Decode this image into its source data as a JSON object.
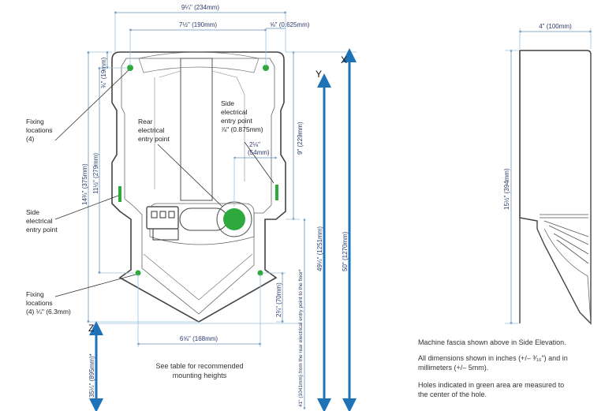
{
  "colors": {
    "accent_blue": "#1e73b8",
    "dim_blue": "#9cc2dc",
    "hole_green": "#2eaa3c",
    "outline": "#444444",
    "text": "#2a2a2a"
  },
  "dimensions": {
    "top_width": "9¼\" (234mm)",
    "top_inner_width": "7½\" (190mm)",
    "top_offset": "⅝\" (0.625mm)",
    "left_fix_depth": "¾\" (19mm)",
    "left_height_total": "14¾\" (375mm)",
    "left_height_inner": "11½\" (279mm)",
    "side_entry_height": "9\" (229mm)",
    "side_entry_offset_num": "2⅛\"",
    "side_entry_offset_mm": "(54mm)",
    "bottom_fix_height": "2¾\" (70mm)",
    "bottom_width": "6⅝\" (168mm)",
    "y_height": "49¼\" (1251mm)",
    "x_height": "50\" (1270mm)",
    "z_height": "35¼\" (895mm)*",
    "floor_height": "41\" (1041mm) from the rear electrical entry point to the floor*",
    "side_depth": "4\" (100mm)",
    "side_height": "15½\" (394mm)"
  },
  "axes": {
    "x": "X",
    "y": "Y",
    "z": "Z"
  },
  "labels": {
    "fixing_top": [
      "Fixing",
      "locations",
      "(4)"
    ],
    "side_entry_left": [
      "Side",
      "electrical",
      "entry point"
    ],
    "fixing_bottom": [
      "Fixing",
      "locations",
      "(4) ¼\" (6.3mm)"
    ],
    "rear_entry": [
      "Rear",
      "electrical",
      "entry point"
    ],
    "side_entry_right": [
      "Side",
      "electrical",
      "entry point",
      "⅞\" (0.875mm)"
    ]
  },
  "notes": {
    "see_table": "See table for recommended mounting heights",
    "fascia": "Machine fascia shown above in Side Elevation.",
    "tolerance": "All dimensions shown in inches (+/– ³⁄₁₆\") and in millimeters (+/– 5mm).",
    "holes": "Holes indicated in green area are measured to the center of the hole."
  }
}
